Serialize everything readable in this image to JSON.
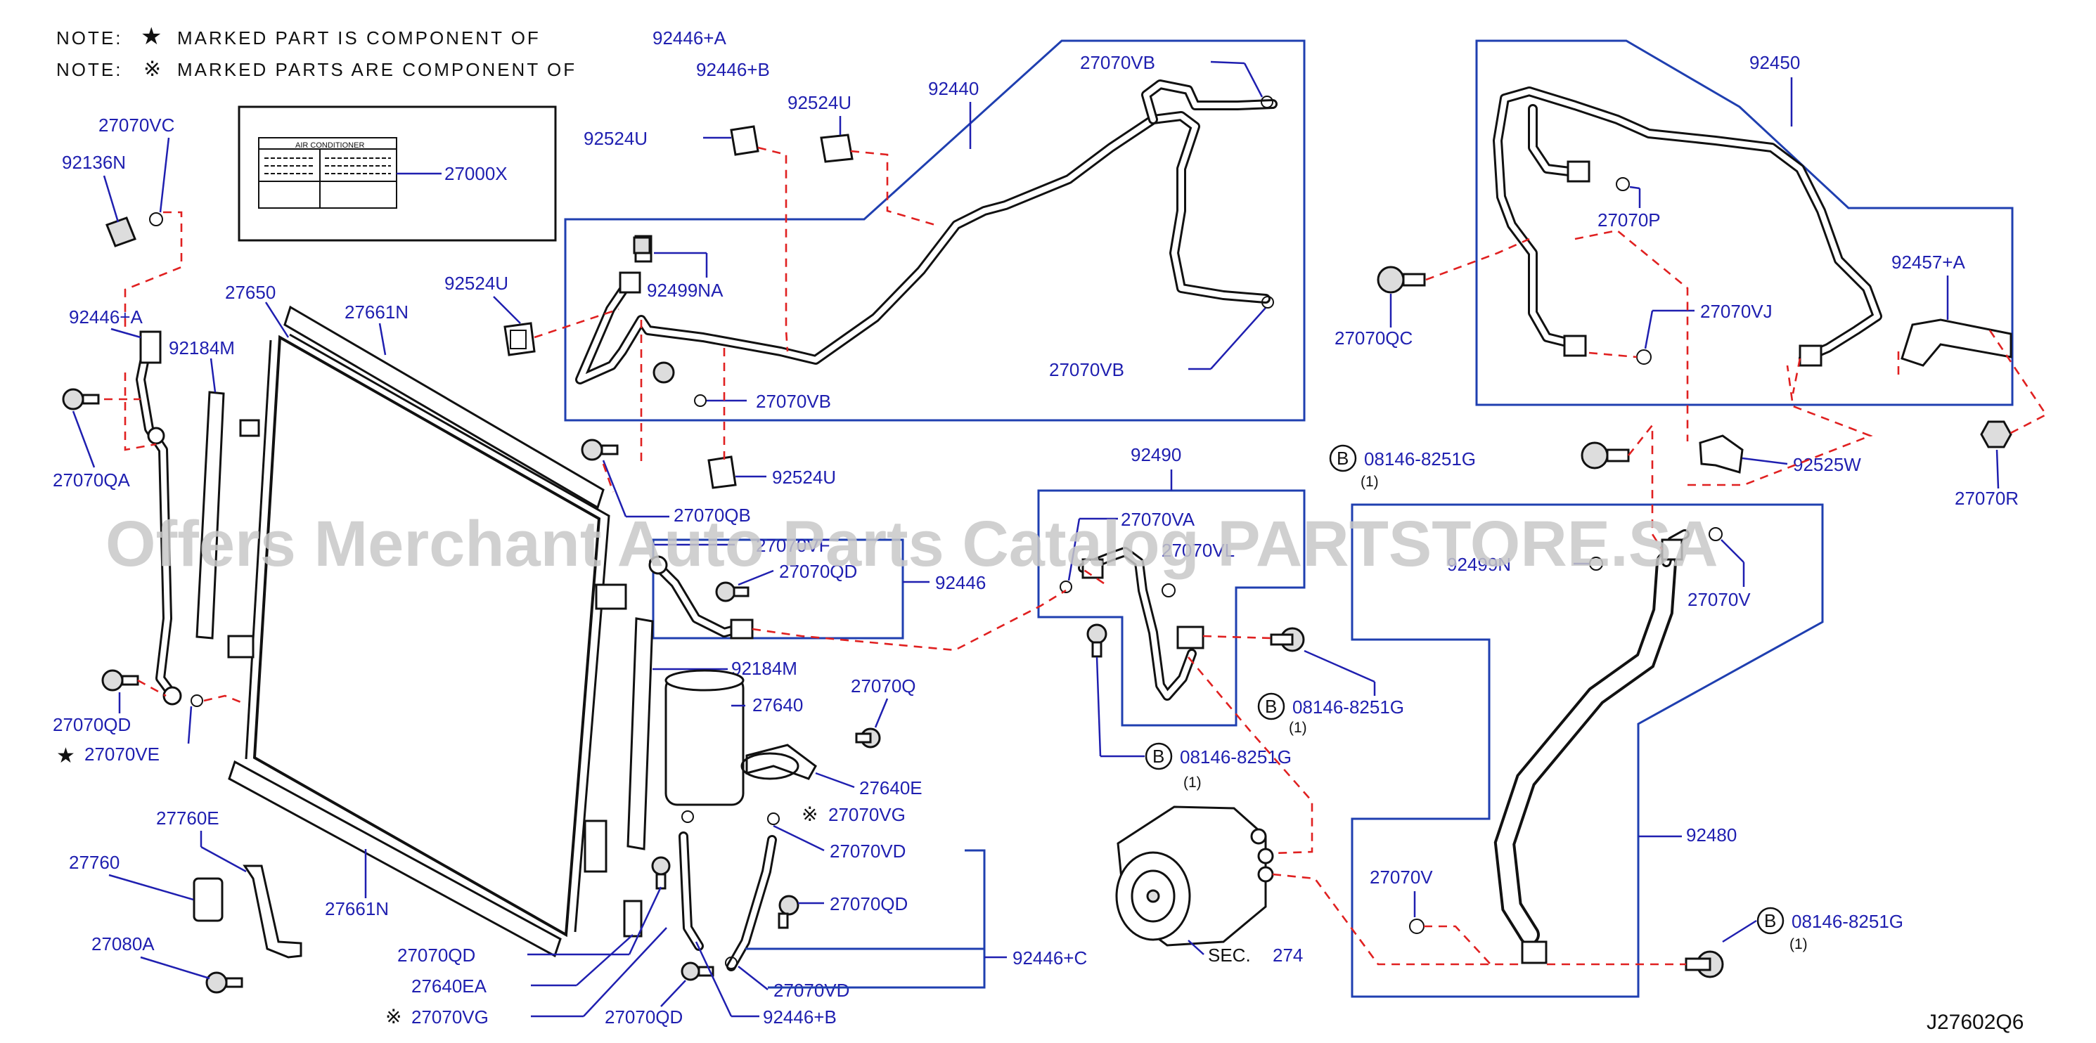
{
  "notes": [
    {
      "text": "NOTE:",
      "symbol": "★",
      "desc": "MARKED PART IS COMPONENT OF",
      "ref": "92446+A"
    },
    {
      "text": "NOTE:",
      "symbol": "※",
      "desc": "MARKED PARTS ARE COMPONENT OF",
      "ref": "92446+B"
    }
  ],
  "watermark": "Offers Merchant Auto Parts Catalog PARTSTORE.SA",
  "diagram_id": "J27602Q6",
  "label_card": {
    "title": "AIR CONDITIONER",
    "part": "27000X"
  },
  "labels": {
    "l27070VC": "27070VC",
    "l92136N": "92136N",
    "l92446A": "92446+A",
    "l92184M_a": "92184M",
    "l27070QA": "27070QA",
    "l27650": "27650",
    "l27661N_top": "27661N",
    "l92524U_left": "92524U",
    "l92524U_a": "92524U",
    "l92524U_b": "92524U",
    "l92440": "92440",
    "l27070VB_top": "27070VB",
    "l92499NA": "92499NA",
    "l27070VB_mid": "27070VB",
    "l27070VB_right": "27070VB",
    "l92524U_c": "92524U",
    "l27070QB": "27070QB",
    "l27070VF": "27070VF",
    "l27070QD_a": "27070QD",
    "l92446": "92446",
    "l92184M_b": "92184M",
    "l27640": "27640",
    "l27070Q": "27070Q",
    "l27640E": "27640E",
    "l27070VG_a": "27070VG",
    "l27070VD_a": "27070VD",
    "l27070QD_b": "27070QD",
    "l27070QD_c": "27070QD",
    "l27070VE": "27070VE",
    "l27661N_bot": "27661N",
    "l27760E": "27760E",
    "l27760": "27760",
    "l27080A": "27080A",
    "l27070QD_d": "27070QD",
    "l27640EA": "27640EA",
    "l27070VG_b": "27070VG",
    "l27070QD_e": "27070QD",
    "l92446B": "92446+B",
    "l27070VD_b": "27070VD",
    "l92446C": "92446+C",
    "l92490": "92490",
    "l27070VA": "27070VA",
    "l27070VL": "27070VL",
    "l08146_a": "08146-8251G",
    "l08146_b": "08146-8251G",
    "l08146_c": "08146-8251G",
    "l08146_d": "08146-8251G",
    "qty_a": "(1)",
    "qty_b": "(1)",
    "qty_c": "(1)",
    "qty_d": "(1)",
    "b": "B",
    "sec": "SEC.",
    "sec_num": "274",
    "l92450": "92450",
    "l27070P": "27070P",
    "l27070QC": "27070QC",
    "l27070VJ": "27070VJ",
    "l92457A": "92457+A",
    "l92525W": "92525W",
    "l27070R": "27070R",
    "l92499N": "92499N",
    "l27070V_a": "27070V",
    "l92480": "92480",
    "l27070V_b": "27070V"
  },
  "colors": {
    "label": "#1f1fb0",
    "box": "#1f3fb0",
    "dash": "#e02020",
    "line": "#111111"
  }
}
